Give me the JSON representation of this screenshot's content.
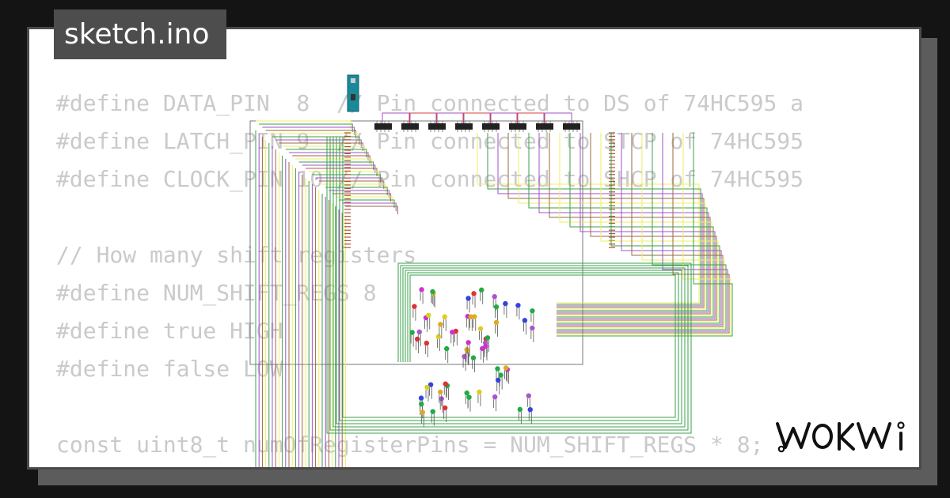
{
  "header": {
    "title": "sketch.ino"
  },
  "code_lines": [
    "#define DATA_PIN  8  // Pin connected to DS of 74HC595 a",
    "#define LATCH_PIN 9  // Pin connected to STCP of 74HC595",
    "#define CLOCK_PIN 10 // Pin connected to SHCP of 74HC595",
    "",
    "// How many shift registers",
    "#define NUM_SHIFT_REGS 8",
    "#define true HIGH",
    "#define false LOW",
    "",
    "const uint8_t numOfRegisterPins = NUM_SHIFT_REGS * 8;"
  ],
  "brand": {
    "logo_text": "WOKWi"
  },
  "colors": {
    "background": "#141414",
    "card": "#ffffff",
    "title_tab": "#4d4d4d",
    "code_text": "#cacaca",
    "wire_yellow": "#eeee66",
    "wire_green": "#3aa04a",
    "wire_purple": "#a050c8",
    "wire_brown": "#9a6a40",
    "wire_red": "#d04040",
    "board": "#1a8a9a"
  },
  "icons": {
    "board": "arduino-nano-icon",
    "chips": "shift-register-icon",
    "leds": "led-icon",
    "logo": "wokwi-logo"
  }
}
